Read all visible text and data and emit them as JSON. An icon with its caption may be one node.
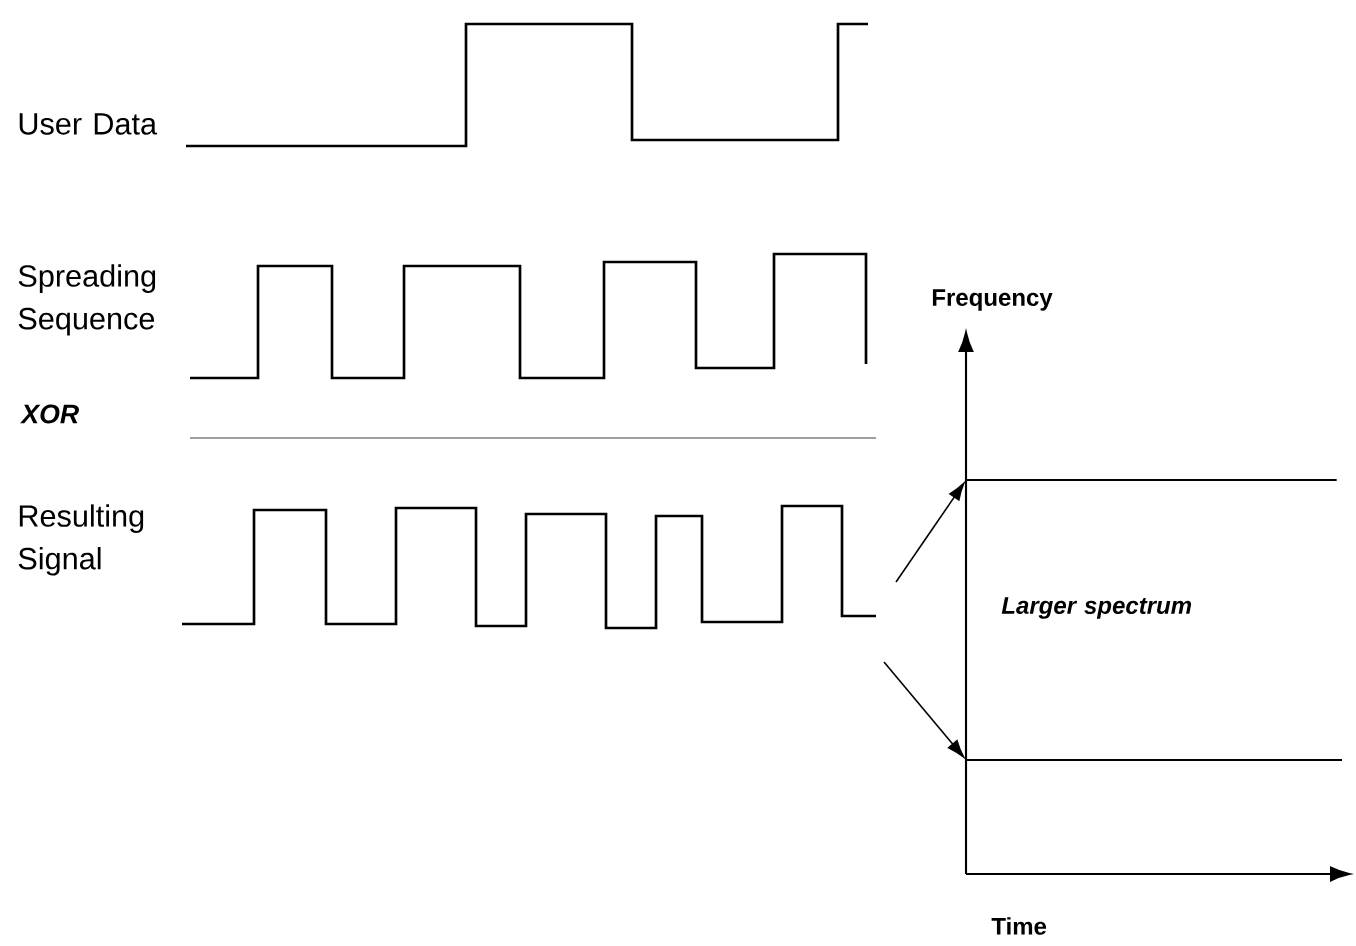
{
  "diagram": {
    "nodes": [
      {
        "text": [],
        "shape": "line"
      },
      {
        "text": [],
        "shape": "line"
      }
    ],
    "edges": [
      {
        "from": null,
        "to": 0,
        "arrow": "to"
      },
      {
        "from": null,
        "to": 1,
        "arrow": "to"
      }
    ],
    "labels": [
      "User Data",
      "Spreading Sequence",
      "XOR",
      "Resulting Signal",
      "Frequency",
      "Larger spectrum",
      "Time"
    ]
  }
}
